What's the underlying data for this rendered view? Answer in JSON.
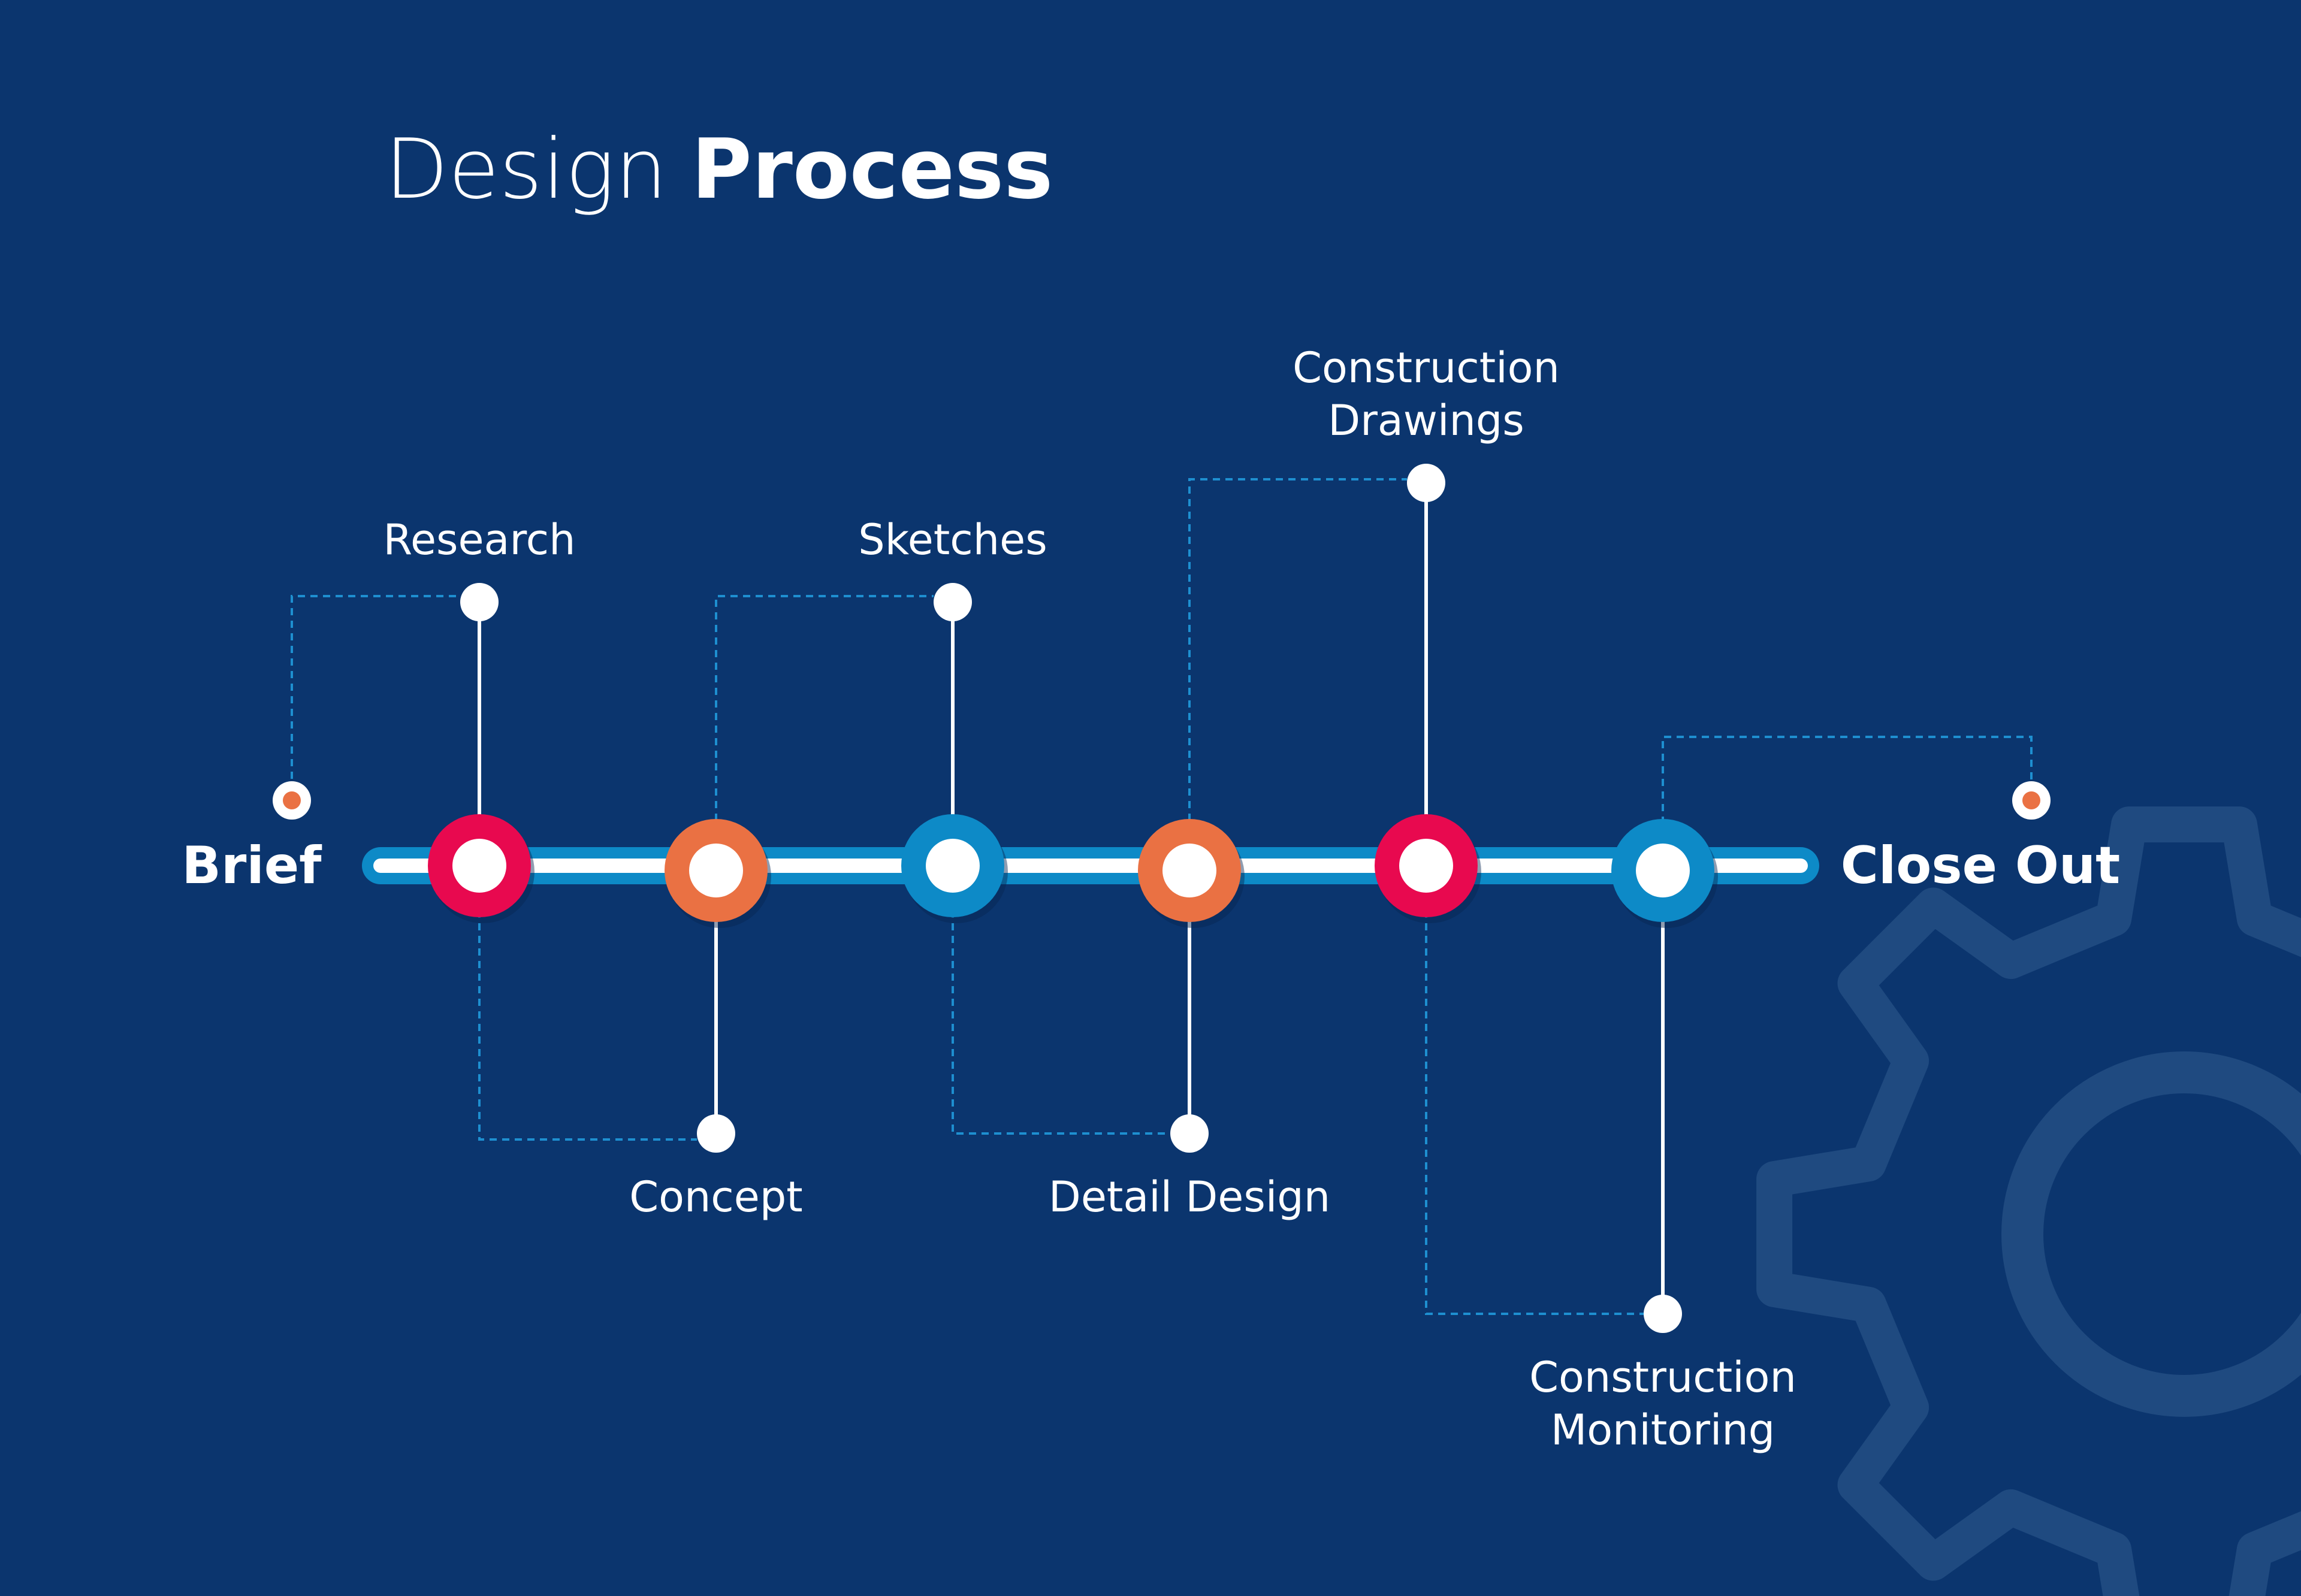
{
  "title": {
    "light": "Design",
    "bold": "Process"
  },
  "timeline": {
    "start_label": "Brief",
    "end_label": "Close Out",
    "steps": [
      {
        "label_lines": [
          "Research"
        ],
        "color": "#e8094f",
        "side": "top"
      },
      {
        "label_lines": [
          "Concept"
        ],
        "color": "#ea7143",
        "side": "bottom"
      },
      {
        "label_lines": [
          "Sketches"
        ],
        "color": "#0d8ac7",
        "side": "top"
      },
      {
        "label_lines": [
          "Detail Design"
        ],
        "color": "#ea7143",
        "side": "bottom"
      },
      {
        "label_lines": [
          "Construction",
          "Drawings"
        ],
        "color": "#e8094f",
        "side": "top"
      },
      {
        "label_lines": [
          "Construction",
          "Monitoring"
        ],
        "color": "#0d8ac7",
        "side": "bottom"
      }
    ]
  },
  "colors": {
    "background": "#0b356e",
    "track_outer": "#0d8ac7",
    "track_inner": "#ffffff",
    "dashed_line": "#1e8fd0",
    "end_dot": "#ea7143",
    "gear_watermark": "#1f4a80"
  },
  "decoration": {
    "watermark_icon": "gear-icon"
  }
}
